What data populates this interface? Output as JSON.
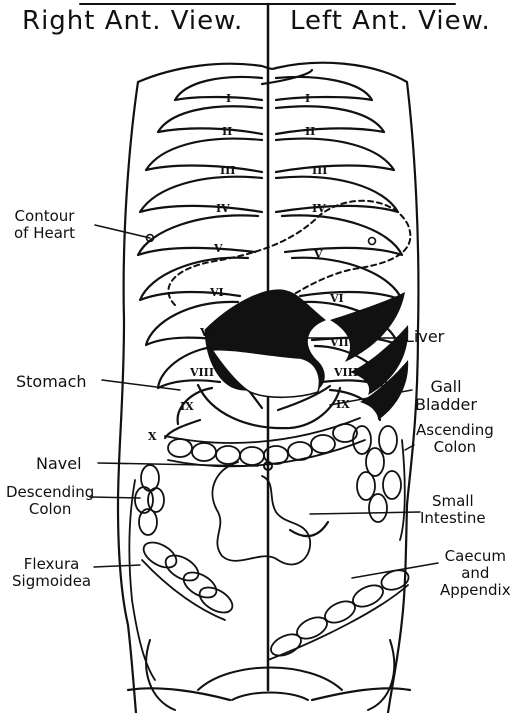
{
  "header": {
    "right_view": "Right Ant. View.",
    "left_view": "Left Ant. View."
  },
  "ribs": {
    "right": [
      "I",
      "II",
      "III",
      "IV",
      "V",
      "VI",
      "VII",
      "VIII",
      "IX",
      "X"
    ],
    "left": [
      "I",
      "II",
      "III",
      "IV",
      "V",
      "VI",
      "VII",
      "VIII",
      "IX"
    ]
  },
  "labels": {
    "contour_of_heart": [
      "Contour",
      "of Heart"
    ],
    "stomach": "Stomach",
    "navel": "Navel",
    "descending_colon": [
      "Descending",
      "Colon"
    ],
    "flexura_sigmoidea": [
      "Flexura",
      "Sigmoidea"
    ],
    "liver": "Liver",
    "gall_bladder": [
      "Gall",
      "Bladder"
    ],
    "ascending_colon": [
      "Ascending",
      "Colon"
    ],
    "small_intestine": [
      "Small",
      "Intestine"
    ],
    "caecum_and_appendix": [
      "Caecum",
      "and",
      "Appendix"
    ]
  }
}
